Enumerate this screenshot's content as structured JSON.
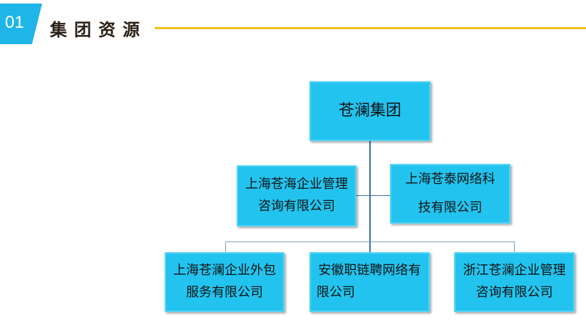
{
  "header": {
    "number": "01",
    "title": "集团资源"
  },
  "org": {
    "root": "苍澜集团",
    "level1": [
      {
        "line1": "上海苍海企业管理",
        "line2": "咨询有限公司"
      },
      {
        "line1": "上海苍泰网络科",
        "line2": "技有限公司"
      }
    ],
    "level2": [
      {
        "line1": "上海苍澜企业外包",
        "line2": "服务有限公司"
      },
      {
        "line1": "安徽职链聘网络有",
        "line2": "限公司"
      },
      {
        "line1": "浙江苍澜企业管理",
        "line2": "咨询有限公司"
      }
    ]
  }
}
